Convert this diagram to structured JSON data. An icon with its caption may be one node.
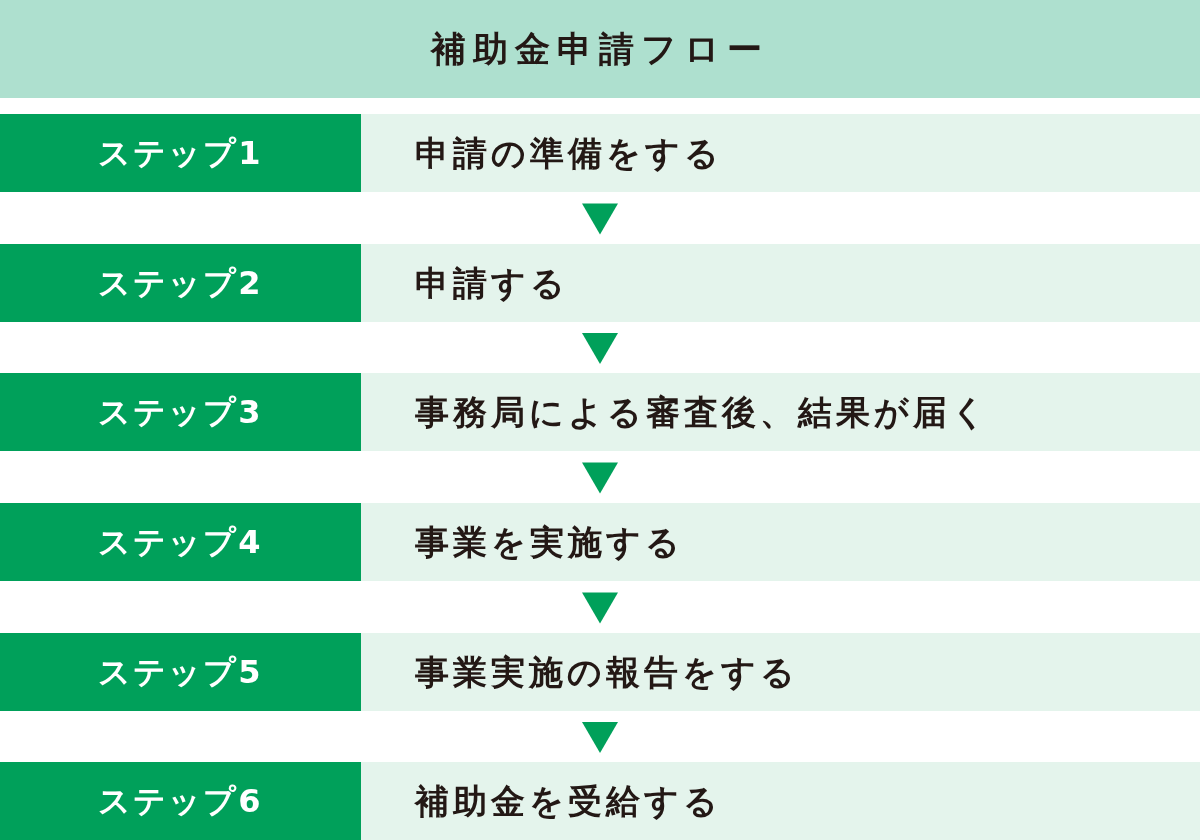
{
  "diagram": {
    "title": "補助金申請フロー",
    "nodes": [
      {
        "text": [
          "ステップ1",
          "申請の準備をする"
        ]
      },
      {
        "text": [
          "ステップ2",
          "申請する"
        ]
      },
      {
        "text": [
          "ステップ3",
          "事務局による審査後、結果が届く"
        ]
      },
      {
        "text": [
          "ステップ4",
          "事業を実施する"
        ]
      },
      {
        "text": [
          "ステップ5",
          "事業実施の報告をする"
        ]
      },
      {
        "text": [
          "ステップ6",
          "補助金を受給する"
        ]
      }
    ],
    "edges": [
      {
        "from": 0,
        "to": 1,
        "arrow": "to"
      },
      {
        "from": 1,
        "to": 2,
        "arrow": "to"
      },
      {
        "from": 2,
        "to": 3,
        "arrow": "to"
      },
      {
        "from": 3,
        "to": 4,
        "arrow": "to"
      },
      {
        "from": 4,
        "to": 5,
        "arrow": "to"
      }
    ]
  }
}
